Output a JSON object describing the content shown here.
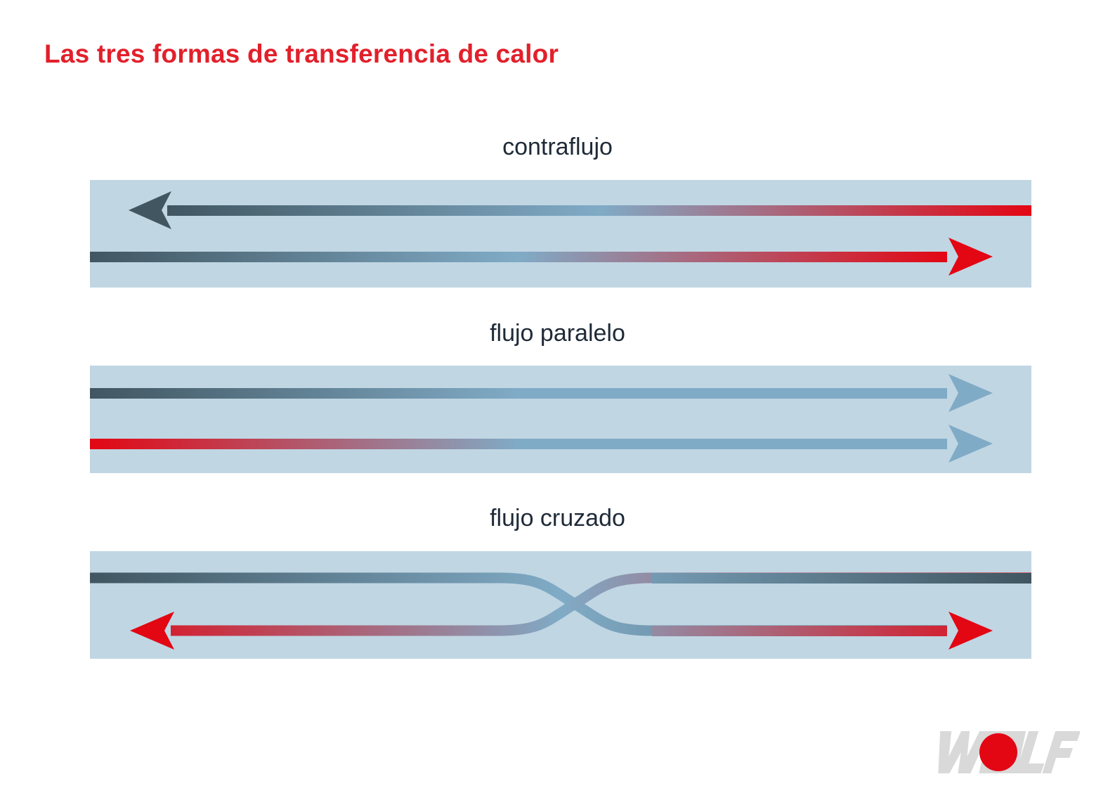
{
  "title": "Las tres formas de transferencia de calor",
  "colors": {
    "title": "#e2202b",
    "label": "#1f2a38",
    "panel_bg": "#c0d6e3",
    "hot": "#e30613",
    "cold": "#415661",
    "neutral": "#80abc6",
    "logo_gray": "#d9d9d9",
    "logo_red": "#e30613"
  },
  "sections": {
    "counterflow": {
      "label": "contraflujo"
    },
    "parallel": {
      "label": "flujo paralelo"
    },
    "crossflow": {
      "label": "flujo cruzado"
    }
  },
  "logo": {
    "brand": "WOLF"
  }
}
